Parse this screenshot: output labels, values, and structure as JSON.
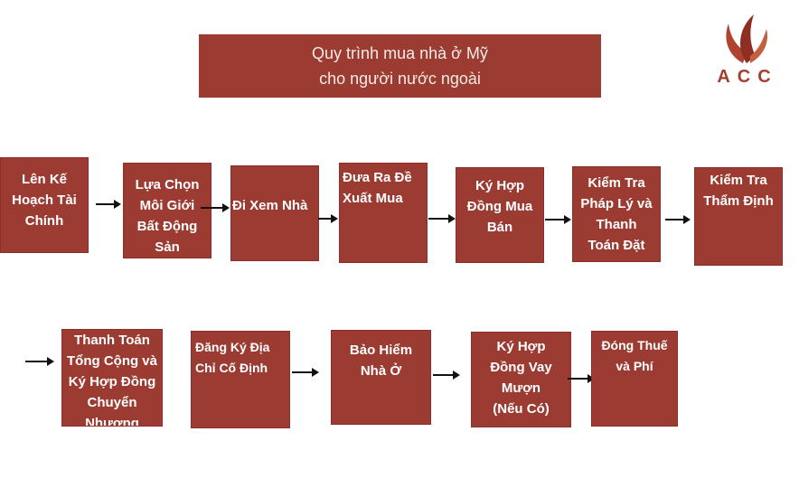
{
  "title": {
    "line1": "Quy trình mua nhà ở Mỹ",
    "line2": "cho người nước ngoài"
  },
  "logo": {
    "text": "ACC",
    "color": "#a2412e"
  },
  "colors": {
    "box": "#9b3b32",
    "arrow": "#111111"
  },
  "steps": [
    "Lên Kế\nHoạch Tài\nChính",
    "Lựa Chọn\nMôi Giới\nBất Động\nSản",
    "Đi Xem Nhà",
    "Đưa Ra Đề\nXuất Mua",
    "Ký Hợp\nĐồng Mua\nBán",
    "Kiểm Tra\nPháp Lý và\nThanh\nToán Đặt\nCọc",
    "Kiểm Tra\nThẩm Định",
    "Thanh Toán\nTổng Cộng và\nKý Hợp Đồng\nChuyển\nNhượng",
    "Đăng Ký Địa\nChỉ Cố Định",
    "Bảo Hiểm\nNhà Ở",
    "Ký Hợp\nĐồng Vay\nMượn\n(Nếu Có)",
    "Đóng Thuế\nvà Phí"
  ]
}
